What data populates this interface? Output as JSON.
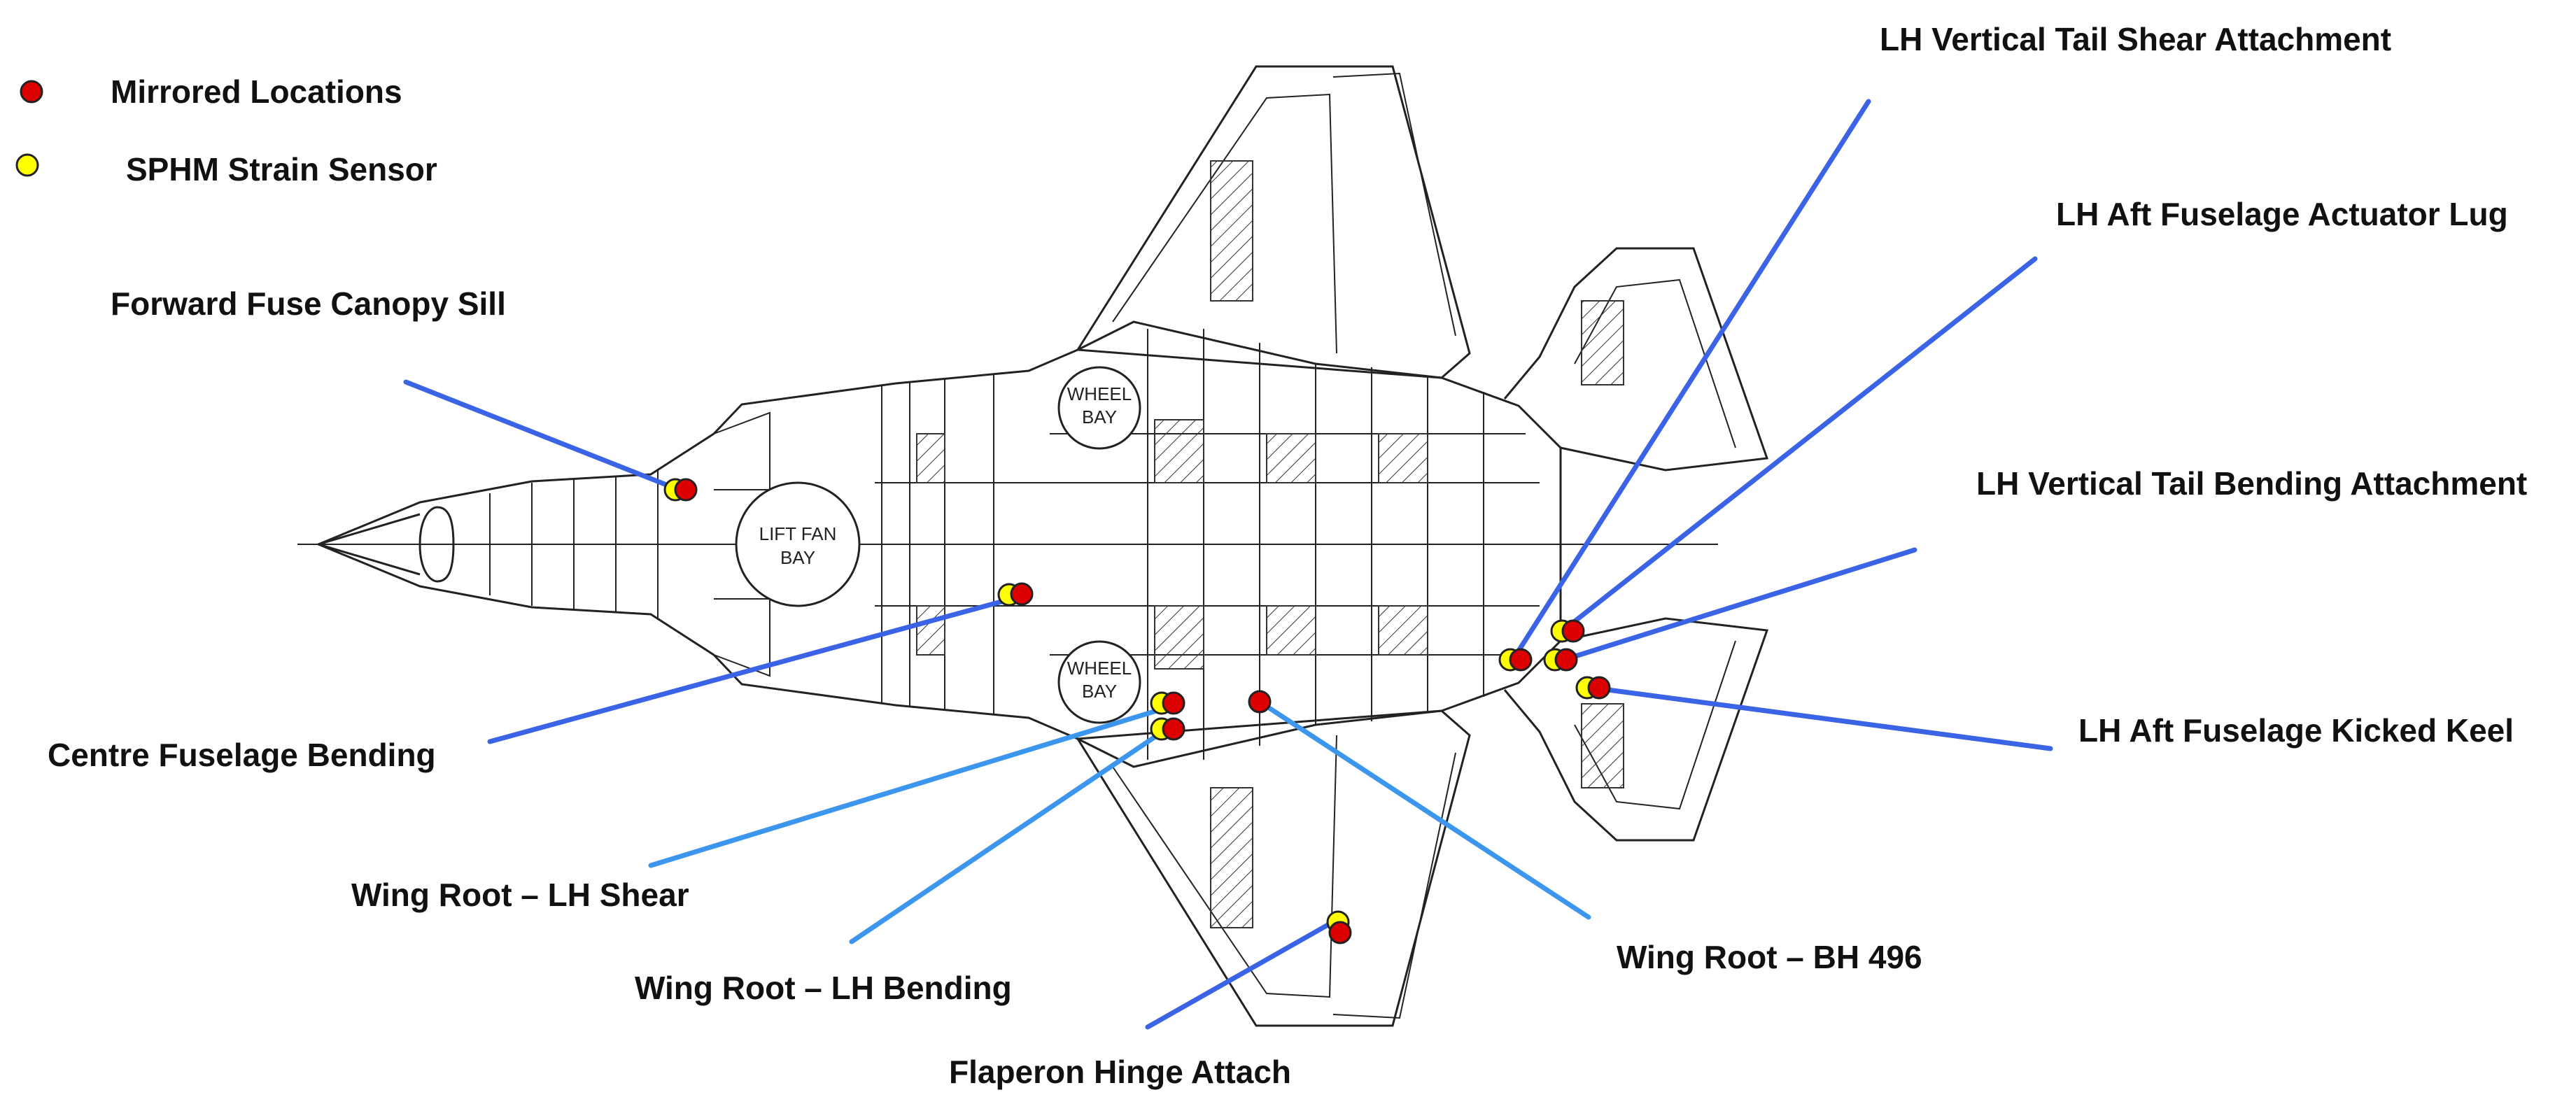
{
  "legend": {
    "items": [
      {
        "label": "Mirrored Locations",
        "color": "#dd0000"
      },
      {
        "label": "SPHM Strain Sensor",
        "color": "#ffff00"
      }
    ]
  },
  "aircraft": {
    "wheel_bay_upper_1": "WHEEL",
    "wheel_bay_upper_2": "BAY",
    "wheel_bay_lower_1": "WHEEL",
    "wheel_bay_lower_2": "BAY",
    "lift_fan_1": "LIFT FAN",
    "lift_fan_2": "BAY"
  },
  "callouts": {
    "forward_fuse": "Forward Fuse Canopy Sill",
    "centre_fuse": "Centre Fuselage Bending",
    "wing_root_shear": "Wing Root – LH Shear",
    "wing_root_bending": "Wing Root – LH Bending",
    "flaperon": "Flaperon Hinge Attach",
    "wing_root_bh": "Wing Root – BH 496",
    "vt_shear": "LH Vertical Tail Shear Attachment",
    "aft_actuator": "LH Aft Fuselage Actuator Lug",
    "vt_bending": "LH Vertical Tail Bending Attachment",
    "kicked_keel": "LH Aft Fuselage Kicked Keel"
  },
  "colors": {
    "sensor_red": "#dd0000",
    "sensor_yellow": "#ffff00",
    "leader_blue": "#3a63e6",
    "leader_light_blue": "#3d96ee",
    "outline": "#222222"
  }
}
